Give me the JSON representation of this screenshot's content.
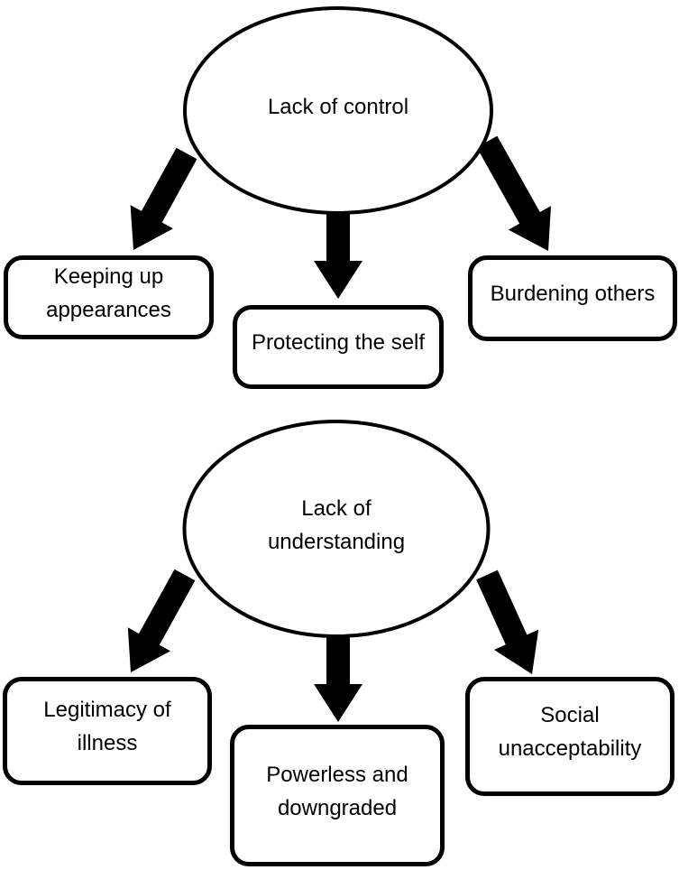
{
  "diagram": {
    "colors": {
      "stroke": "#000000",
      "fill": "#ffffff"
    },
    "sections": [
      {
        "cause": "Lack of control",
        "effects": [
          "Keeping up\nappearances",
          "Protecting the self",
          "Burdening others"
        ]
      },
      {
        "cause": "Lack of\nunderstanding",
        "effects": [
          "Legitimacy of\nillness",
          "Powerless and\ndowngraded",
          "Social\nunacceptability"
        ]
      }
    ]
  }
}
